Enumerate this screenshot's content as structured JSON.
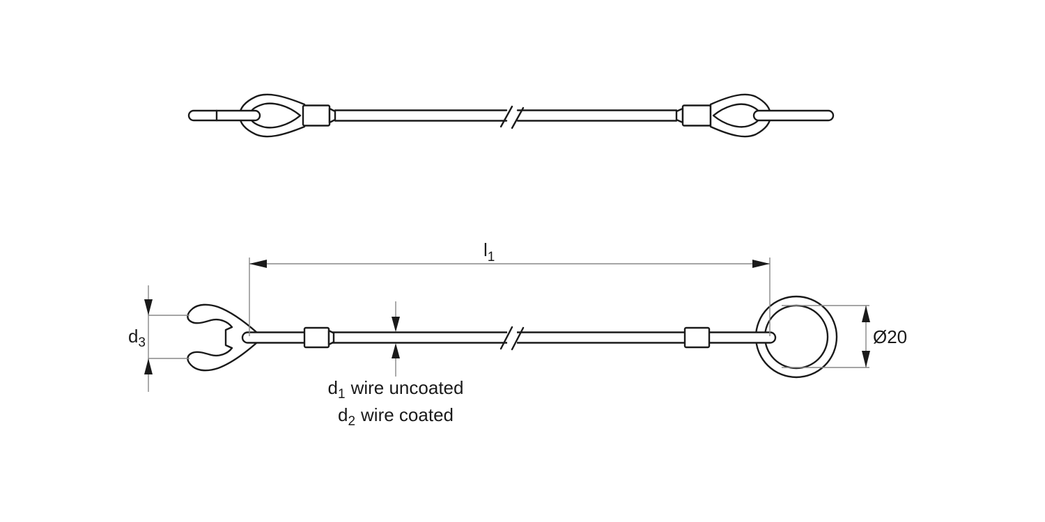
{
  "page": {
    "background_color": "#ffffff",
    "drawing_color": "#1a1a1a",
    "dimension_line_color": "#878787"
  },
  "labels": {
    "length": {
      "symbol": "l",
      "subscript": "1"
    },
    "clip_width": {
      "symbol": "d",
      "subscript": "3"
    },
    "wire_uncoated": {
      "symbol": "d",
      "subscript": "1",
      "text": "wire uncoated"
    },
    "wire_coated": {
      "symbol": "d",
      "subscript": "2",
      "text": "wire coated"
    },
    "ring_diameter": "Ø20"
  }
}
